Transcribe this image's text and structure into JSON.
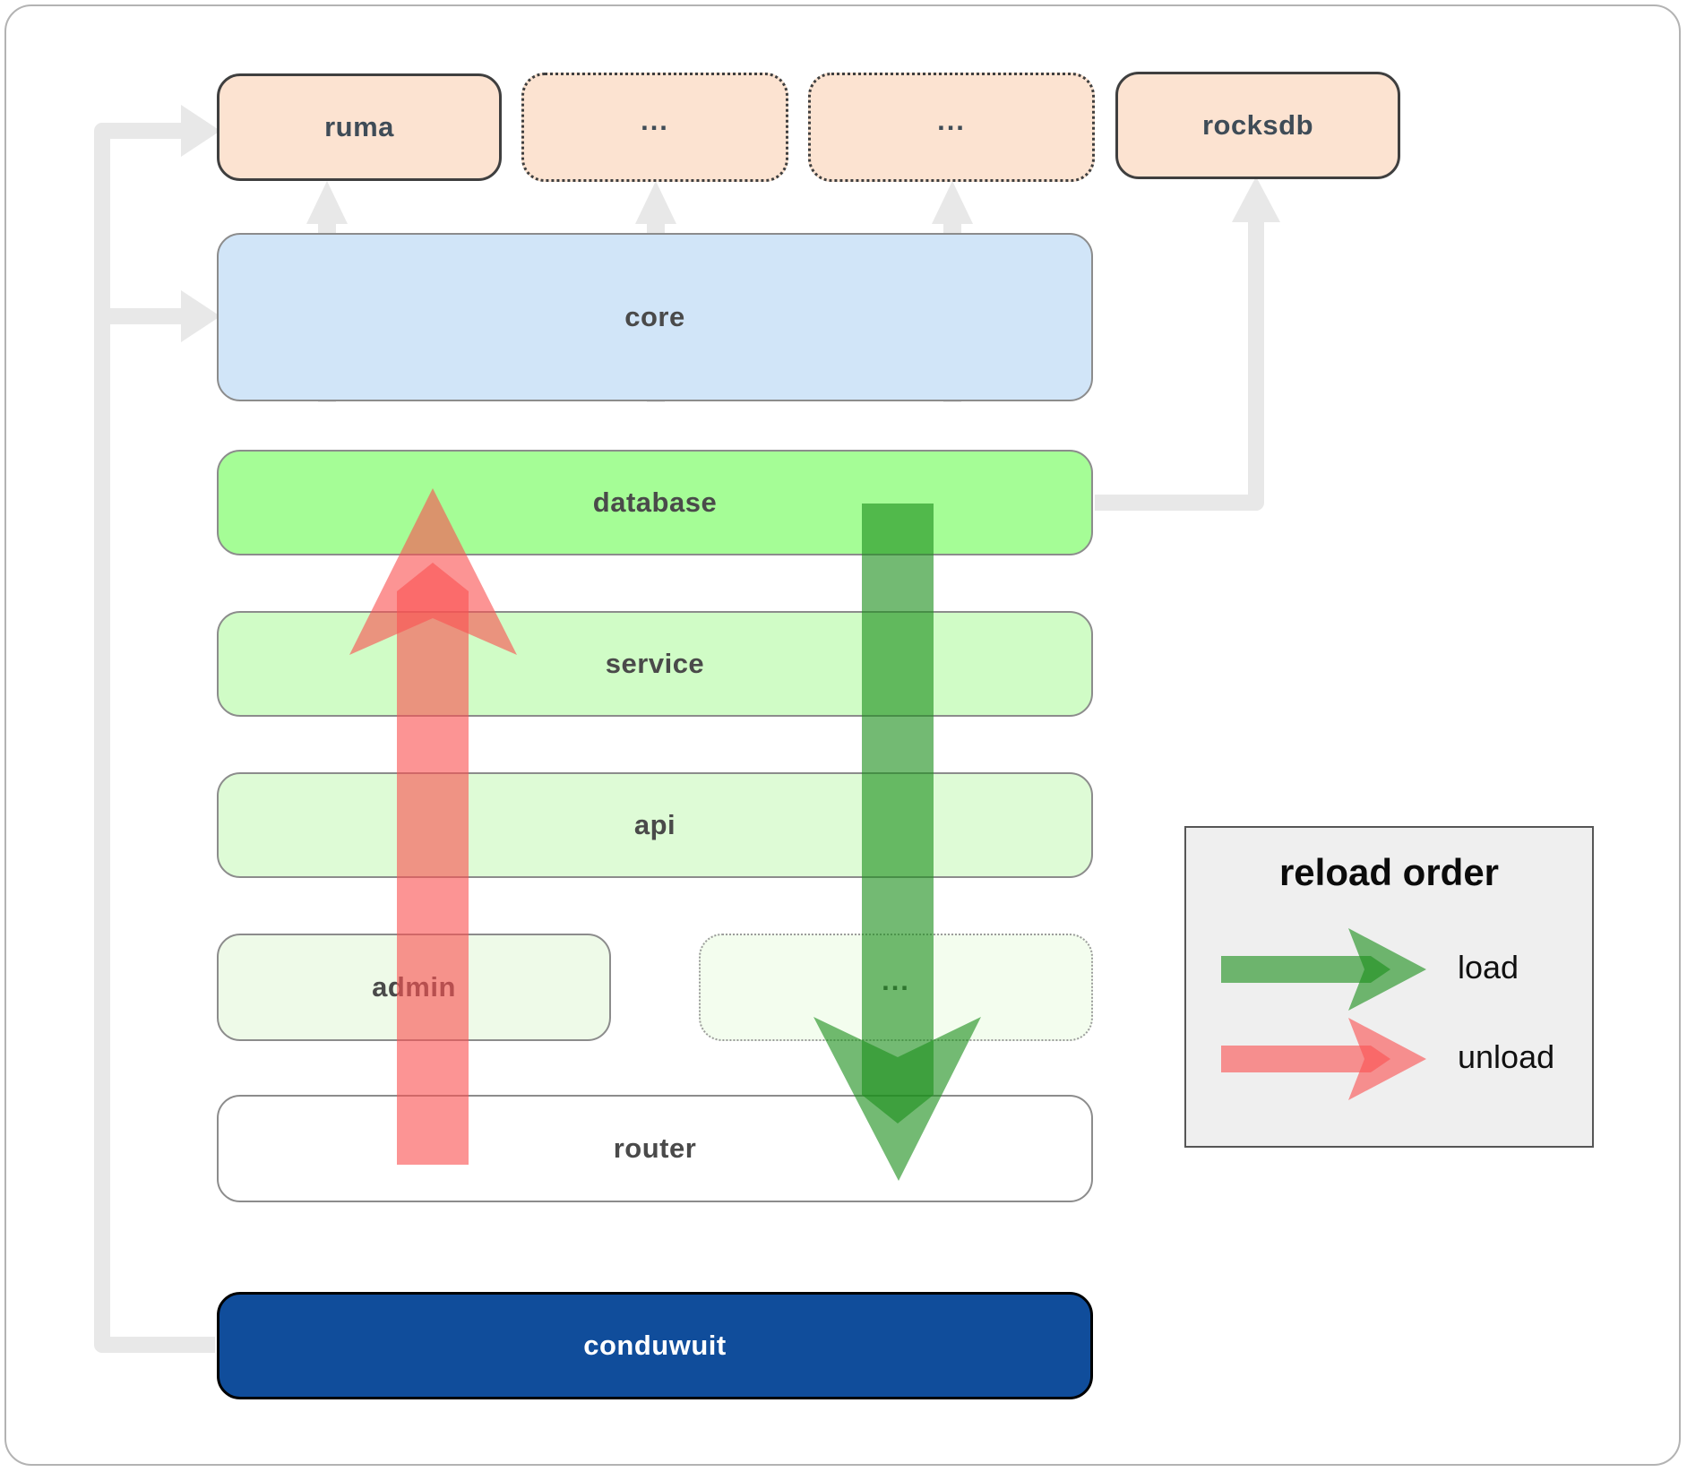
{
  "nodes": {
    "ruma": "ruma",
    "ellipsis_top_1": "...",
    "ellipsis_top_2": "...",
    "rocksdb": "rocksdb",
    "core": "core",
    "database": "database",
    "service": "service",
    "api": "api",
    "admin": "admin",
    "ellipsis_admin": "...",
    "router": "router",
    "conduwuit": "conduwuit"
  },
  "legend": {
    "title": "reload order",
    "items": [
      {
        "label": "load",
        "color": "#1d8f1d"
      },
      {
        "label": "unload",
        "color": "#fa5252"
      }
    ]
  },
  "colors": {
    "peach_fill": "#fce3d1",
    "core_fill": "#d1e5f8",
    "database_fill": "#a5fd96",
    "service_fill": "#d0fcc6",
    "api_fill": "#defbd6",
    "admin_fill": "#eefae8",
    "admin_ellipsis_fill": "#f3fdee",
    "router_fill": "#ffffff",
    "conduwuit_fill": "#104d9b",
    "arrow_green": "#1d8f1d",
    "arrow_red": "#fa5252",
    "connector_gray": "#e8e8e8",
    "legend_bg": "#efefef"
  }
}
